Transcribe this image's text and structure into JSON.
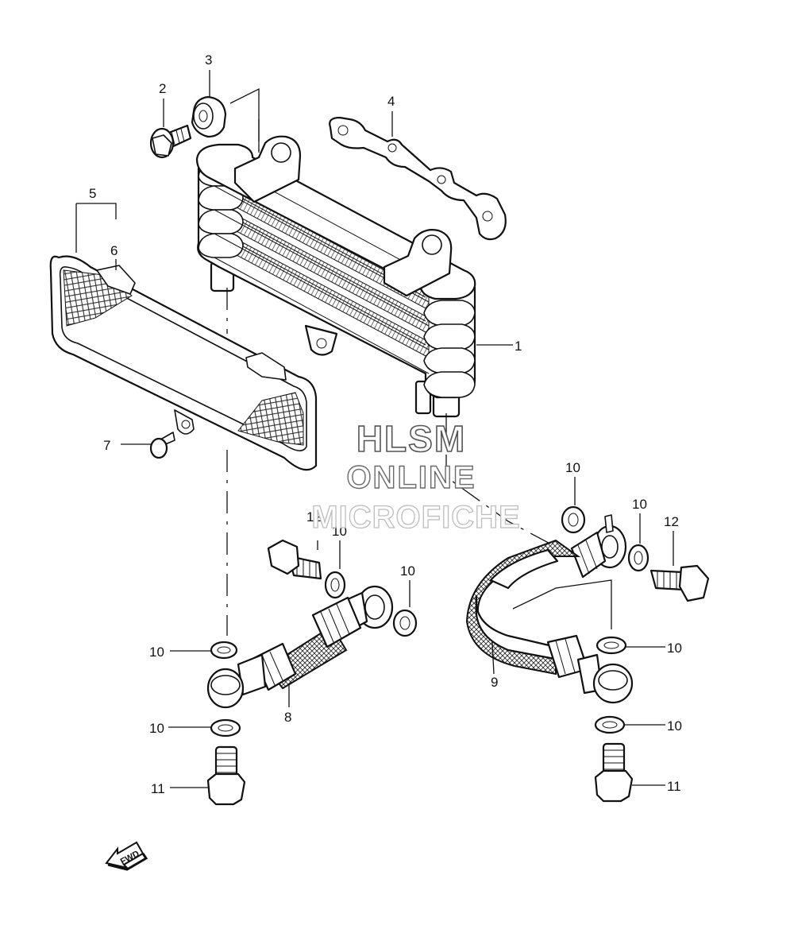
{
  "diagram": {
    "callouts": [
      {
        "id": "c1",
        "text": "1"
      },
      {
        "id": "c2",
        "text": "2"
      },
      {
        "id": "c3",
        "text": "3"
      },
      {
        "id": "c4",
        "text": "4"
      },
      {
        "id": "c5",
        "text": "5"
      },
      {
        "id": "c6",
        "text": "6"
      },
      {
        "id": "c7",
        "text": "7"
      },
      {
        "id": "c8",
        "text": "8"
      },
      {
        "id": "c9",
        "text": "9"
      },
      {
        "id": "c10a",
        "text": "10"
      },
      {
        "id": "c10b",
        "text": "10"
      },
      {
        "id": "c10c",
        "text": "10"
      },
      {
        "id": "c10d",
        "text": "10"
      },
      {
        "id": "c10e",
        "text": "10"
      },
      {
        "id": "c10f",
        "text": "10"
      },
      {
        "id": "c10g",
        "text": "10"
      },
      {
        "id": "c10h",
        "text": "10"
      },
      {
        "id": "c11a",
        "text": "11"
      },
      {
        "id": "c11b",
        "text": "11"
      },
      {
        "id": "c12a",
        "text": "12"
      },
      {
        "id": "c12b",
        "text": "12"
      }
    ],
    "watermark": {
      "line1": "HLSM",
      "line2": "ONLINE",
      "line3": "MICROFICHE"
    },
    "fwd_label": "FWD"
  }
}
